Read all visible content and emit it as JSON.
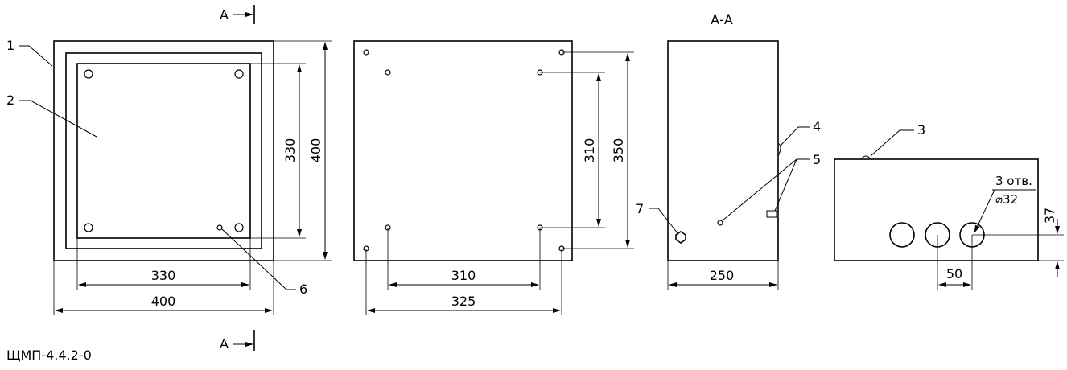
{
  "model": "ЩМП-4.4.2-0",
  "section_marker": "А",
  "section_title": "А-А",
  "front_view": {
    "dim_inner_width": "330",
    "dim_outer_width": "400",
    "dim_inner_height": "330",
    "dim_outer_height": "400"
  },
  "rear_view": {
    "dim_hole_width_inner": "310",
    "dim_hole_width_outer": "325",
    "dim_hole_height_inner": "310",
    "dim_hole_height_outer": "350"
  },
  "side_view": {
    "dim_depth": "250"
  },
  "bottom_view": {
    "hole_count": "3 отв.",
    "hole_diameter": "⌀32",
    "dim_spacing": "50",
    "dim_edge": "37"
  },
  "callouts": [
    "1",
    "2",
    "3",
    "4",
    "5",
    "6",
    "7"
  ]
}
